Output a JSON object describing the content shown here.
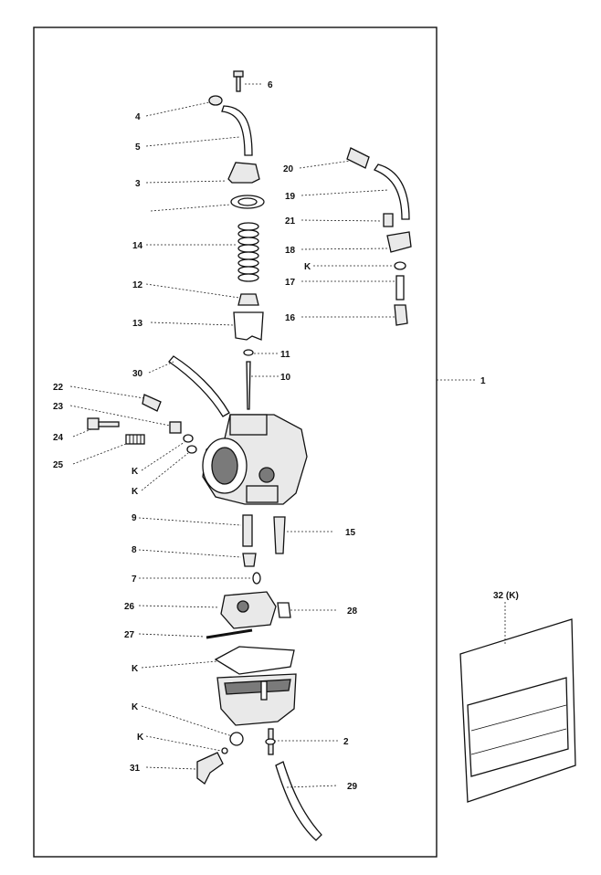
{
  "diagram": {
    "labels": {
      "l1": "1",
      "l2": "2",
      "l3": "3",
      "l4": "4",
      "l5": "5",
      "l6": "6",
      "l7": "7",
      "l8": "8",
      "l9": "9",
      "l10": "10",
      "l11": "11",
      "l12": "12",
      "l13": "13",
      "l14": "14",
      "l15": "15",
      "l16": "16",
      "l17": "17",
      "l18": "18",
      "l19": "19",
      "l20": "20",
      "l21": "21",
      "l22": "22",
      "l23": "23",
      "l24": "24",
      "l25": "25",
      "l26": "26",
      "l27": "27",
      "l28": "28",
      "l29": "29",
      "l30": "30",
      "l31": "31",
      "l32": "32 (K)",
      "k": "K"
    }
  }
}
